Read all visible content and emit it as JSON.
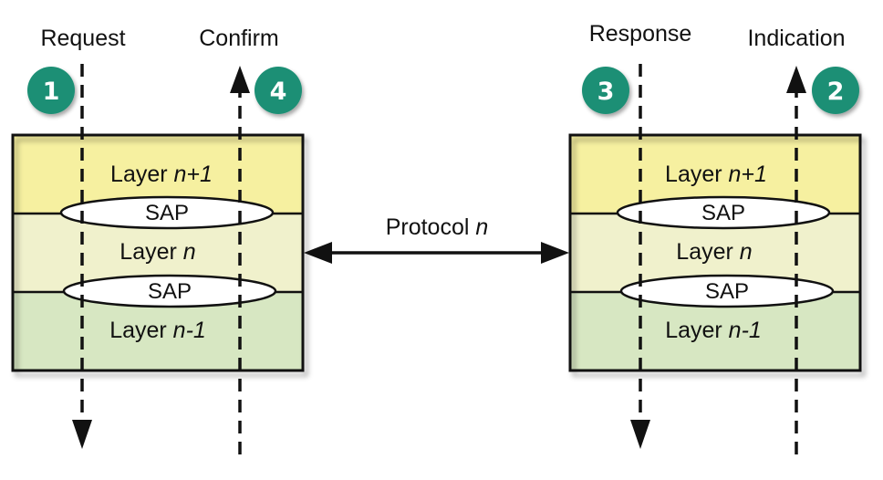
{
  "top_labels": {
    "request": "Request",
    "confirm": "Confirm",
    "response": "Response",
    "indication": "Indication"
  },
  "steps": {
    "request": "1",
    "indication": "2",
    "response": "3",
    "confirm": "4"
  },
  "layers": {
    "upper": {
      "prefix": "Layer ",
      "var": "n+1"
    },
    "middle": {
      "prefix": "Layer ",
      "var": "n"
    },
    "lower": {
      "prefix": "Layer ",
      "var": "n-1"
    }
  },
  "sap_label": "SAP",
  "protocol": {
    "prefix": "Protocol ",
    "var": "n"
  },
  "colors": {
    "badge": "#1f8f74",
    "upper_layer": "#f6f0a0",
    "middle_layer": "#f0f1cc",
    "lower_layer": "#d7e7c2"
  }
}
